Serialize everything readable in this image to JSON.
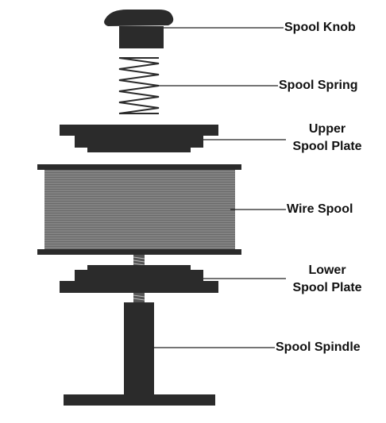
{
  "labels": {
    "spool_knob": "Spool Knob",
    "spool_spring": "Spool Spring",
    "upper_plate_line1": "Upper",
    "upper_plate_line2": "Spool Plate",
    "wire_spool": "Wire Spool",
    "lower_plate_line1": "Lower",
    "lower_plate_line2": "Spool Plate",
    "spool_spindle": "Spool Spindle"
  },
  "colors": {
    "part": "#2b2b2b",
    "part_light": "#3a3a3a",
    "wire": "#555555",
    "wire_light": "#9a9a9a",
    "leader": "#222222",
    "background": "#ffffff"
  }
}
